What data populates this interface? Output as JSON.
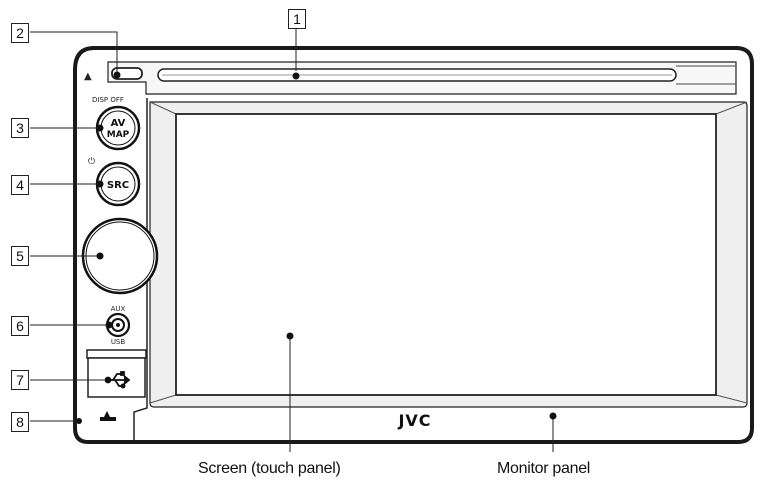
{
  "callouts": [
    "1",
    "2",
    "3",
    "4",
    "5",
    "6",
    "7",
    "8"
  ],
  "controls": {
    "eject_symbol": "▲",
    "disp_off_label": "DISP OFF",
    "av_map_line1": "AV",
    "av_map_line2": "MAP",
    "power_symbol": "⏻",
    "src_label": "SRC",
    "aux_label": "AUX",
    "usb_label": "USB",
    "brand": "JVC"
  },
  "icons": {
    "eject": "eject-icon",
    "power": "power-icon",
    "usb": "usb-icon",
    "tilt": "tilt-icon"
  },
  "labels": {
    "screen": "Screen (touch panel)",
    "monitor": "Monitor panel"
  }
}
